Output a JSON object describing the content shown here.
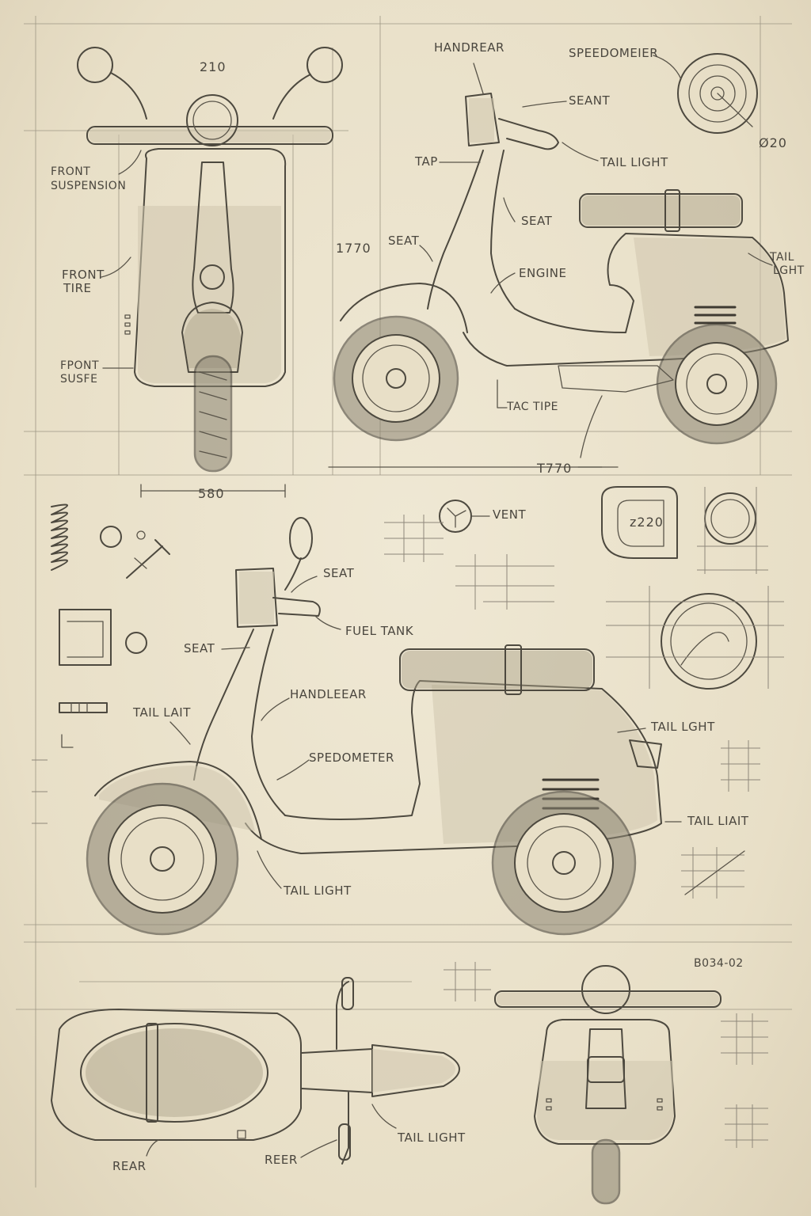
{
  "dimensions": {
    "front_top": "210",
    "front_width": "580",
    "side_height": "1770",
    "side_length": "T770",
    "speedometer_dim": "Ø20",
    "detail_dim": "z220",
    "ref_code": "B034-02"
  },
  "labels": {
    "front_view": {
      "front_suspension": [
        "FRONT",
        "SUSPENSION"
      ],
      "front_tire": [
        "FRONT",
        "TIRE"
      ],
      "front_susfe": [
        "FPONT",
        "SUSFE"
      ]
    },
    "side_view_top": {
      "handrear": "HANDREAR",
      "seant": "SEANT",
      "tap": "TAP",
      "tail_light": "TAIL LIGHT",
      "seat_a": "SEAT",
      "seat_b": "SEAT",
      "engine": "ENGINE",
      "tail_lght": [
        "TAIL",
        "LGHT"
      ],
      "tac_tipe": "TAC TIPE",
      "speedomeier": "SPEEDOMEIER"
    },
    "details": {
      "vent": "VENT"
    },
    "side_view_main": {
      "seat_top": "SEAT",
      "fuel_tank": "FUEL TANK",
      "seat_left": "SEAT",
      "tail_lait": "TAIL LAIT",
      "handleear": "HANDLEEAR",
      "spedometer": "SPEDOMETER",
      "tail_light": "TAIL LIGHT",
      "tail_lght": "TAIL LGHT",
      "tail_liait": "TAIL LIAIT"
    },
    "bottom_view": {
      "rear": "REAR",
      "reer": "REER",
      "tail_light": "TAIL LIGHT"
    }
  },
  "colors": {
    "paper": "#ece4cf",
    "graphite": "#4d493f",
    "label": "#4a463e"
  }
}
